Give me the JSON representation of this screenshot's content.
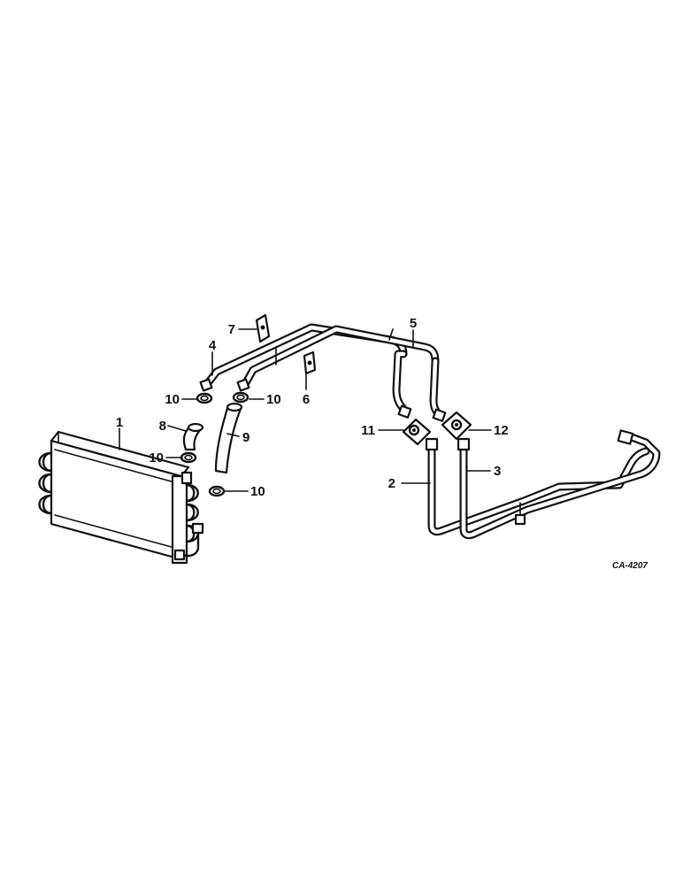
{
  "callouts": {
    "c1": "1",
    "c2": "2",
    "c3": "3",
    "c4": "4",
    "c5": "5",
    "c6": "6",
    "c7": "7",
    "c8": "8",
    "c9": "9",
    "c10a": "10",
    "c10b": "10",
    "c10c": "10",
    "c10d": "10",
    "c11": "11",
    "c12": "12"
  },
  "figure_ref": "CA-4207"
}
